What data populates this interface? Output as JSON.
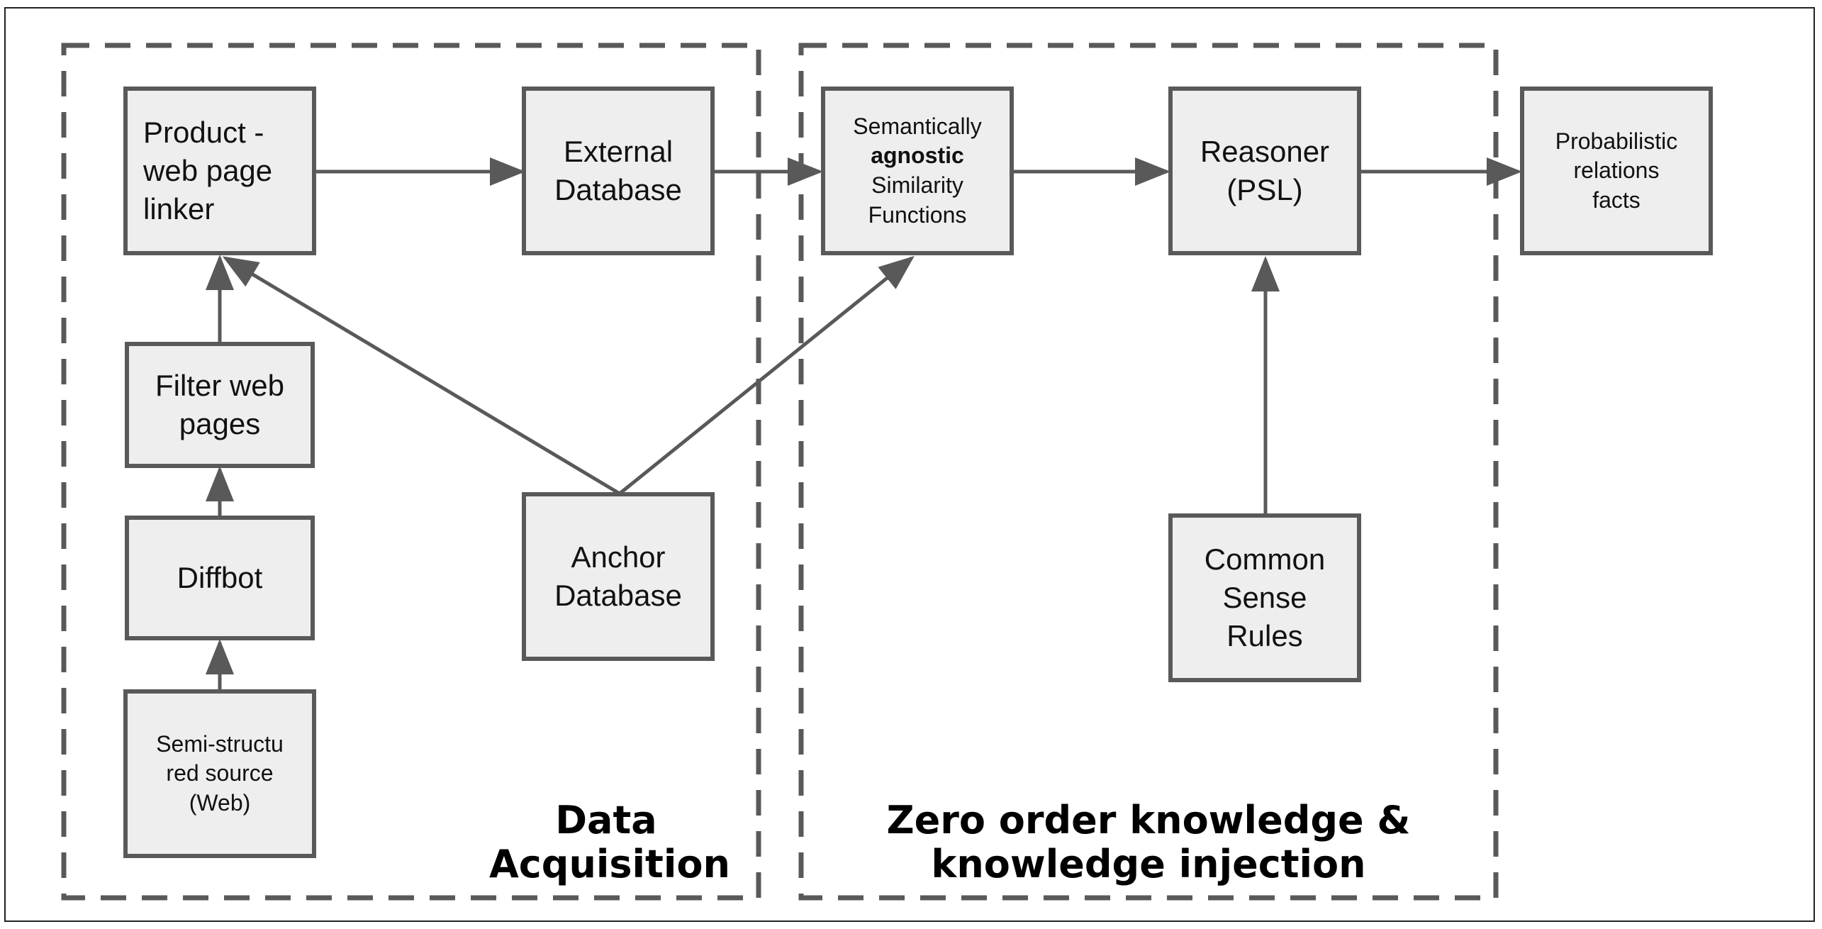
{
  "groups": {
    "data_acquisition": {
      "line1": "Data",
      "line2": "Acquisition"
    },
    "zero_order": {
      "line1": "Zero order knowledge &",
      "line2": "knowledge injection"
    }
  },
  "boxes": {
    "product_linker": {
      "line1": "Product -",
      "line2": "web page",
      "line3": "linker"
    },
    "external_db": {
      "line1": "External",
      "line2": "Database"
    },
    "similarity": {
      "line1": "Semantically",
      "line2": "agnostic",
      "line3": "Similarity",
      "line4": "Functions"
    },
    "reasoner": {
      "line1": "Reasoner",
      "line2": "(PSL)"
    },
    "probabilistic": {
      "line1": "Probabilistic",
      "line2": "relations",
      "line3": "facts"
    },
    "filter": {
      "line1": "Filter web",
      "line2": "pages"
    },
    "diffbot": {
      "line1": "Diffbot"
    },
    "semi_structured": {
      "line1": "Semi-structu",
      "line2": "red source",
      "line3": "(Web)"
    },
    "anchor_db": {
      "line1": "Anchor",
      "line2": "Database"
    },
    "common_sense": {
      "line1": "Common",
      "line2": "Sense",
      "line3": "Rules"
    }
  },
  "colors": {
    "stroke": "#595959",
    "box_fill": "#eeeeee"
  }
}
